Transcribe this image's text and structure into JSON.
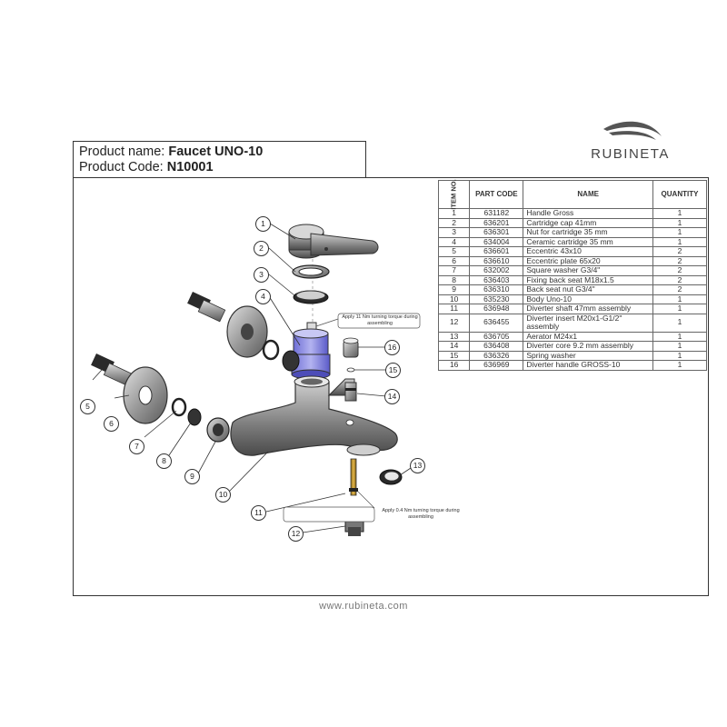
{
  "header": {
    "product_name_label": "Product name:",
    "product_name": "Faucet UNO-10",
    "product_code_label": "Product Code:",
    "product_code": "N10001"
  },
  "brand": {
    "name": "RUBINETA",
    "color": "#555555"
  },
  "table": {
    "headers": {
      "item": "ITEM NO.",
      "part_code": "PART CODE",
      "name": "NAME",
      "quantity": "QUANTITY"
    },
    "rows": [
      {
        "item": "1",
        "code": "631182",
        "name": "Handle Gross",
        "qty": "1"
      },
      {
        "item": "2",
        "code": "636201",
        "name": "Cartridge cap 41mm",
        "qty": "1"
      },
      {
        "item": "3",
        "code": "636301",
        "name": "Nut for cartridge 35 mm",
        "qty": "1"
      },
      {
        "item": "4",
        "code": "634004",
        "name": "Ceramic cartridge 35 mm",
        "qty": "1"
      },
      {
        "item": "5",
        "code": "636601",
        "name": "Eccentric 43x10",
        "qty": "2"
      },
      {
        "item": "6",
        "code": "636610",
        "name": "Eccentric plate 65x20",
        "qty": "2"
      },
      {
        "item": "7",
        "code": "632002",
        "name": "Square washer G3/4\"",
        "qty": "2"
      },
      {
        "item": "8",
        "code": "636403",
        "name": "Fixing back seat M18x1.5",
        "qty": "2"
      },
      {
        "item": "9",
        "code": "636310",
        "name": "Back seat nut G3/4\"",
        "qty": "2"
      },
      {
        "item": "10",
        "code": "635230",
        "name": "Body Uno-10",
        "qty": "1"
      },
      {
        "item": "11",
        "code": "636948",
        "name": "Diverter shaft 47mm assembly",
        "qty": "1"
      },
      {
        "item": "12",
        "code": "636455",
        "name": "Diverter insert M20x1-G1/2\" assembly",
        "qty": "1"
      },
      {
        "item": "13",
        "code": "636705",
        "name": "Aerator M24x1",
        "qty": "1"
      },
      {
        "item": "14",
        "code": "636408",
        "name": "Diverter core 9.2 mm assembly",
        "qty": "1"
      },
      {
        "item": "15",
        "code": "636326",
        "name": "Spring washer",
        "qty": "1"
      },
      {
        "item": "16",
        "code": "636969",
        "name": "Diverter handle GROSS-10",
        "qty": "1"
      }
    ]
  },
  "drawing": {
    "note_cartridge": "Apply 11 Nm turning torque during assembling",
    "note_diverter": "Apply 0.4 Nm turning torque during assembling",
    "callouts": [
      "1",
      "2",
      "3",
      "4",
      "5",
      "6",
      "7",
      "8",
      "9",
      "10",
      "11",
      "12",
      "13",
      "14",
      "15",
      "16"
    ]
  },
  "footer": {
    "url": "www.rubineta.com"
  }
}
